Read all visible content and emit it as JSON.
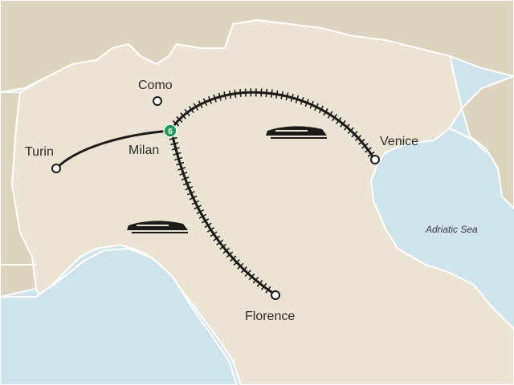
{
  "map": {
    "cities": [
      {
        "id": "turin",
        "name": "Turin"
      },
      {
        "id": "como",
        "name": "Como"
      },
      {
        "id": "milan",
        "name": "Milan"
      },
      {
        "id": "venice",
        "name": "Venice"
      },
      {
        "id": "florence",
        "name": "Florence"
      }
    ],
    "water": [
      {
        "id": "adriatic",
        "name": "Adriatic Sea"
      }
    ],
    "stop_marker": {
      "city": "Milan",
      "number": "6"
    },
    "routes": [
      {
        "from": "Turin",
        "to": "Milan",
        "style": "plain line"
      },
      {
        "from": "Milan",
        "to": "Venice",
        "style": "railway"
      },
      {
        "from": "Milan",
        "to": "Florence",
        "style": "railway"
      }
    ],
    "colors": {
      "land": "#ece4d2",
      "neighbor_land": "#ddd4bf",
      "sea": "#cfe3ec",
      "border": "#ffffff",
      "route": "#1a1a1a",
      "stop_marker": "#1aa052"
    }
  }
}
